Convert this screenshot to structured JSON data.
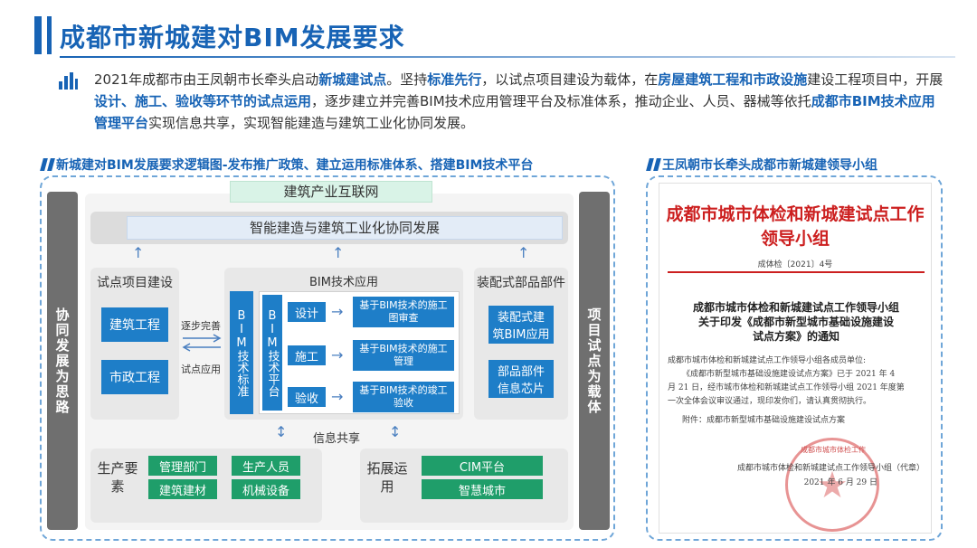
{
  "header": {
    "title": "成都市新城建对BIM发展要求"
  },
  "intro": {
    "p1": "2021年成都市由王凤朝市长牵头启动",
    "b1": "新城建试点",
    "p2": "。坚持",
    "b2": "标准先行",
    "p3": "，以试点项目建设为载体，在",
    "b3": "房屋建筑工程和市政设施",
    "p4": "建设工程项目中，开展",
    "b4": "设计、施工、验收等环节的试点运用",
    "p5": "，逐步建立并完善BIM技术应用管理平台及标准体系，推动企业、人员、器械等依托",
    "b5": "成都市BIM技术应用管理平台",
    "p6": "实现信息共享，实现智能建造与建筑工业化协同发展。"
  },
  "left_section": {
    "heading": "新城建对BIM发展要求逻辑图-发布推广政策、建立运用标准体系、搭建BIM技术平台"
  },
  "right_section": {
    "heading": "王凤朝市长牵头成都市新城建领导小组"
  },
  "diagram": {
    "left_col": "协同发展为思路",
    "right_col": "项目试点为载体",
    "top_bar": "建筑产业互联网",
    "goal_bar": "智能建造与建筑工业化协同发展",
    "pilot": {
      "title": "试点项目建设",
      "item1": "建筑工程",
      "item2": "市政工程"
    },
    "mid_arrow_top": "逐步完善",
    "mid_arrow_bottom": "试点应用",
    "bim": {
      "title": "BIM技术应用",
      "std": "BIM技术标准",
      "platform": "BIM技术平台",
      "stage1": "设计",
      "stage2": "施工",
      "stage3": "验收",
      "res1": "基于BIM技术的施工图审查",
      "res2": "基于BIM技术的施工管理",
      "res3": "基于BIM技术的竣工验收"
    },
    "prefab": {
      "title": "装配式部品部件",
      "item1": "装配式建筑BIM应用",
      "item2": "部品部件信息芯片"
    },
    "info_share": "信息共享",
    "production": {
      "title": "生产要素",
      "c1": "管理部门",
      "c2": "生产人员",
      "c3": "建筑建材",
      "c4": "机械设备"
    },
    "extend": {
      "title": "拓展运用",
      "c1": "CIM平台",
      "c2": "智慧城市"
    }
  },
  "document": {
    "red_title": "成都市城市体检和新城建试点工作领导小组",
    "doc_no": "成体检〔2021〕4号",
    "notice_line1": "成都市城市体检和新城建试点工作领导小组",
    "notice_line2": "关于印发《成都市新型城市基础设施建设",
    "notice_line3": "试点方案》的通知",
    "addressee": "成都市城市体检和新城建试点工作领导小组各成员单位:",
    "body1": "《成都市新型城市基础设施建设试点方案》已于 2021 年 4",
    "body2": "月 21 日，经市城市体检和新城建试点工作领导小组 2021 年度第",
    "body3": "一次全体会议审议通过，现印发你们，请认真贯彻执行。",
    "attachment": "附件：成都市新型城市基础设施建设试点方案",
    "signer": "成都市城市体检和新城建试点工作领导小组（代章）",
    "date": "2021 年 6 月 29 日",
    "stamp_text": "成都市城市体检工作"
  },
  "colors": {
    "brand_blue": "#1763b5",
    "doc_red": "#cc1f1f",
    "green": "#1f9e6a",
    "blue_box": "#1e7ec8"
  }
}
